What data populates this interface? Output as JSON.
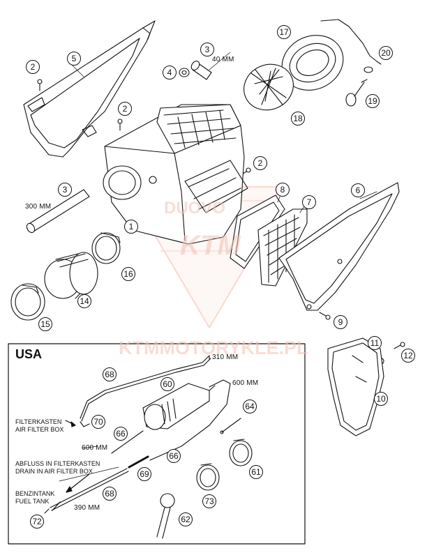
{
  "watermark": {
    "site_text": "KTMMOTORYKLE.PL",
    "logo_letters": "KTM",
    "logo_top": "DUOVO"
  },
  "usa_box": {
    "title": "USA"
  },
  "dimensions": {
    "hose_40": "40 MM",
    "hose_300": "300 MM",
    "hose_310": "310 MM",
    "hose_600_a": "600 MM",
    "hose_600_b": "600 MM",
    "hose_390": "390 MM"
  },
  "notes": {
    "filterkasten_de": "FILTERKASTEN",
    "filterkasten_en": "AIR FILTER BOX",
    "abfluss_de": "ABFLUSS IN FILTERKASTEN",
    "abfluss_en": "DRAIN IN AIR FILTER BOX",
    "benzintank_de": "BENZINTANK",
    "benzintank_en": "FUEL TANK"
  },
  "callouts": [
    {
      "id": "c1",
      "num": "1"
    },
    {
      "id": "c2a",
      "num": "2"
    },
    {
      "id": "c2b",
      "num": "2"
    },
    {
      "id": "c2c",
      "num": "2"
    },
    {
      "id": "c3a",
      "num": "3"
    },
    {
      "id": "c3b",
      "num": "3"
    },
    {
      "id": "c4",
      "num": "4"
    },
    {
      "id": "c5",
      "num": "5"
    },
    {
      "id": "c6",
      "num": "6"
    },
    {
      "id": "c7",
      "num": "7"
    },
    {
      "id": "c8",
      "num": "8"
    },
    {
      "id": "c9",
      "num": "9"
    },
    {
      "id": "c10",
      "num": "10"
    },
    {
      "id": "c11",
      "num": "11"
    },
    {
      "id": "c12",
      "num": "12"
    },
    {
      "id": "c14",
      "num": "14"
    },
    {
      "id": "c15",
      "num": "15"
    },
    {
      "id": "c16",
      "num": "16"
    },
    {
      "id": "c17",
      "num": "17"
    },
    {
      "id": "c18",
      "num": "18"
    },
    {
      "id": "c19",
      "num": "19"
    },
    {
      "id": "c20",
      "num": "20"
    },
    {
      "id": "c60",
      "num": "60"
    },
    {
      "id": "c61",
      "num": "61"
    },
    {
      "id": "c62",
      "num": "62"
    },
    {
      "id": "c64",
      "num": "64"
    },
    {
      "id": "c66a",
      "num": "66"
    },
    {
      "id": "c66b",
      "num": "66"
    },
    {
      "id": "c68a",
      "num": "68"
    },
    {
      "id": "c68b",
      "num": "68"
    },
    {
      "id": "c69",
      "num": "69"
    },
    {
      "id": "c70",
      "num": "70"
    },
    {
      "id": "c72",
      "num": "72"
    },
    {
      "id": "c73",
      "num": "73"
    }
  ]
}
